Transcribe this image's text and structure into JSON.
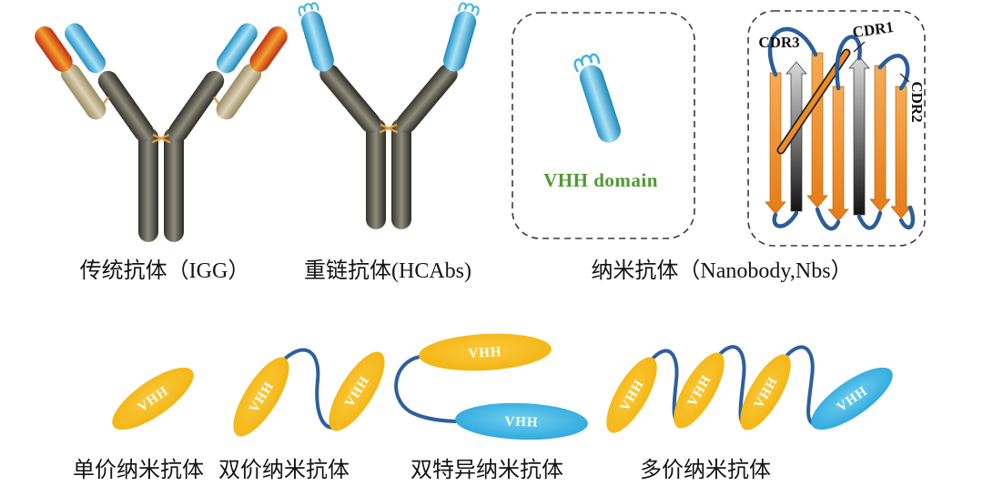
{
  "vhh_tag": "VHH",
  "top": {
    "igg_label": "传统抗体（IGG）",
    "hcab_label": "重链抗体(HCAbs)",
    "nanobody_label": "纳米抗体（Nanobody,Nbs）",
    "vhh_domain_label": "VHH domain",
    "cdr1": "CDR1",
    "cdr2": "CDR2",
    "cdr3": "CDR3"
  },
  "bottom": {
    "monovalent_label": "单价纳米抗体",
    "bivalent_label": "双价纳米抗体",
    "bispecific_label": "双特异纳米抗体",
    "multivalent_label": "多价纳米抗体"
  },
  "colors": {
    "gold": "#F0B20C",
    "cyan_blue": "#45BDE8",
    "linker_blue": "#2E5F9E",
    "chain_gray": "#57544A",
    "light_chain_tan": "#CBBC99",
    "vl_red_orange": "#E0481F",
    "beta_strand_orange": "#EF8C1F",
    "vhh_text_green": "#4D9A2E"
  }
}
